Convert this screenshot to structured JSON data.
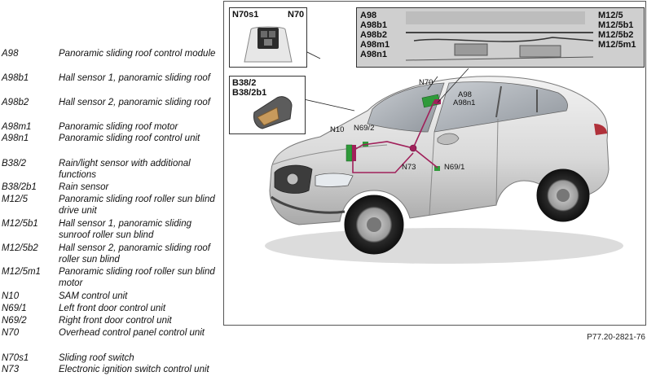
{
  "legend": [
    {
      "code": "A98",
      "desc": "Panoramic sliding roof control module"
    },
    {
      "code": "A98b1",
      "desc": "Hall sensor 1, panoramic sliding roof"
    },
    {
      "code": "A98b2",
      "desc": "Hall sensor 2, panoramic sliding roof"
    },
    {
      "code": "A98m1",
      "desc": "Panoramic sliding roof motor"
    },
    {
      "code": "A98n1",
      "desc": "Panoramic sliding roof control unit"
    },
    {
      "code": "B38/2",
      "desc": "Rain/light sensor with additional functions"
    },
    {
      "code": "B38/2b1",
      "desc": "Rain sensor"
    },
    {
      "code": "M12/5",
      "desc": "Panoramic sliding roof roller sun blind drive unit"
    },
    {
      "code": "M12/5b1",
      "desc": "Hall sensor 1, panoramic sliding sunroof roller sun blind"
    },
    {
      "code": "M12/5b2",
      "desc": "Hall sensor 2, panoramic sliding roof roller sun blind"
    },
    {
      "code": "M12/5m1",
      "desc": "Panoramic sliding roof roller sun blind motor"
    },
    {
      "code": "N10",
      "desc": "SAM control unit"
    },
    {
      "code": "N69/1",
      "desc": "Left front door control unit"
    },
    {
      "code": "N69/2",
      "desc": "Right front door control unit"
    },
    {
      "code": "N70",
      "desc": "Overhead control panel control unit"
    },
    {
      "code": "N70s1",
      "desc": "Sliding roof switch"
    },
    {
      "code": "N73",
      "desc": "Electronic ignition switch control unit"
    }
  ],
  "callouts": {
    "switch": {
      "left": "N70s1",
      "right": "N70"
    },
    "roof_left": [
      "A98",
      "A98b1",
      "A98b2",
      "A98m1",
      "A98n1"
    ],
    "roof_right": [
      "M12/5",
      "M12/5b1",
      "M12/5b2",
      "M12/5m1"
    ],
    "sensor": [
      "B38/2",
      "B38/2b1"
    ]
  },
  "tags": {
    "n70": "N70",
    "a98": "A98",
    "a98n1": "A98n1",
    "n10": "N10",
    "n69_2": "N69/2",
    "n73": "N73",
    "n69_1": "N69/1"
  },
  "caption": "P77.20-2821-76",
  "colors": {
    "bus_line": "#a0205a",
    "module_green": "#2f9a3a"
  }
}
